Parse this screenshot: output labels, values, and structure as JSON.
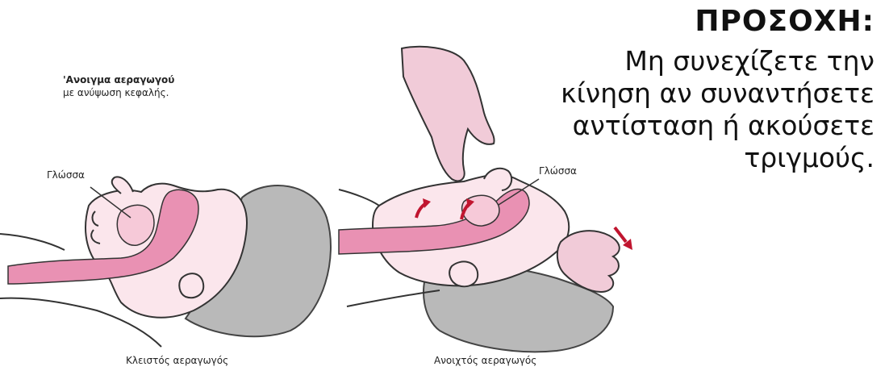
{
  "heading": {
    "title_line1": "'Ανοιγμα αεραγωγού",
    "title_line2": "με ανύψωση κεφαλής."
  },
  "warning": {
    "title": "ΠΡΟΣΟΧΗ:",
    "lines": [
      "Μη συνεχίζετε την",
      "κίνηση αν συναντήσετε",
      "αντίσταση ή ακούσετε",
      "τριγμούς."
    ]
  },
  "left_figure": {
    "tongue_label": "Γλώσσα",
    "caption": "Κλειστός αεραγωγός"
  },
  "right_figure": {
    "tongue_label": "Γλώσσα",
    "caption": "Ανοιχτός αεραγωγός"
  },
  "colors": {
    "skin": "#fbe6ec",
    "airway": "#e991b3",
    "arrow": "#c0152f",
    "hair": "#b9b9b9",
    "outline": "#333333"
  }
}
